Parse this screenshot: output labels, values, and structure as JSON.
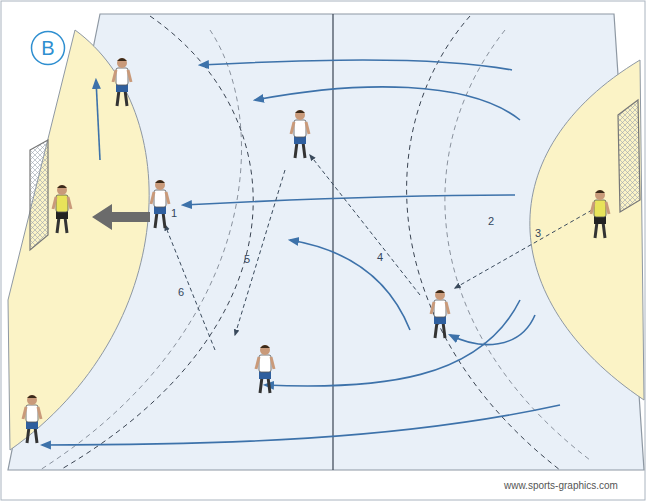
{
  "diagram": {
    "nodes": [
      {
        "text": [
          "B"
        ]
      }
    ],
    "labels": [
      "1",
      "2",
      "3",
      "4",
      "5",
      "6",
      "www.sports-graphics.com"
    ]
  }
}
